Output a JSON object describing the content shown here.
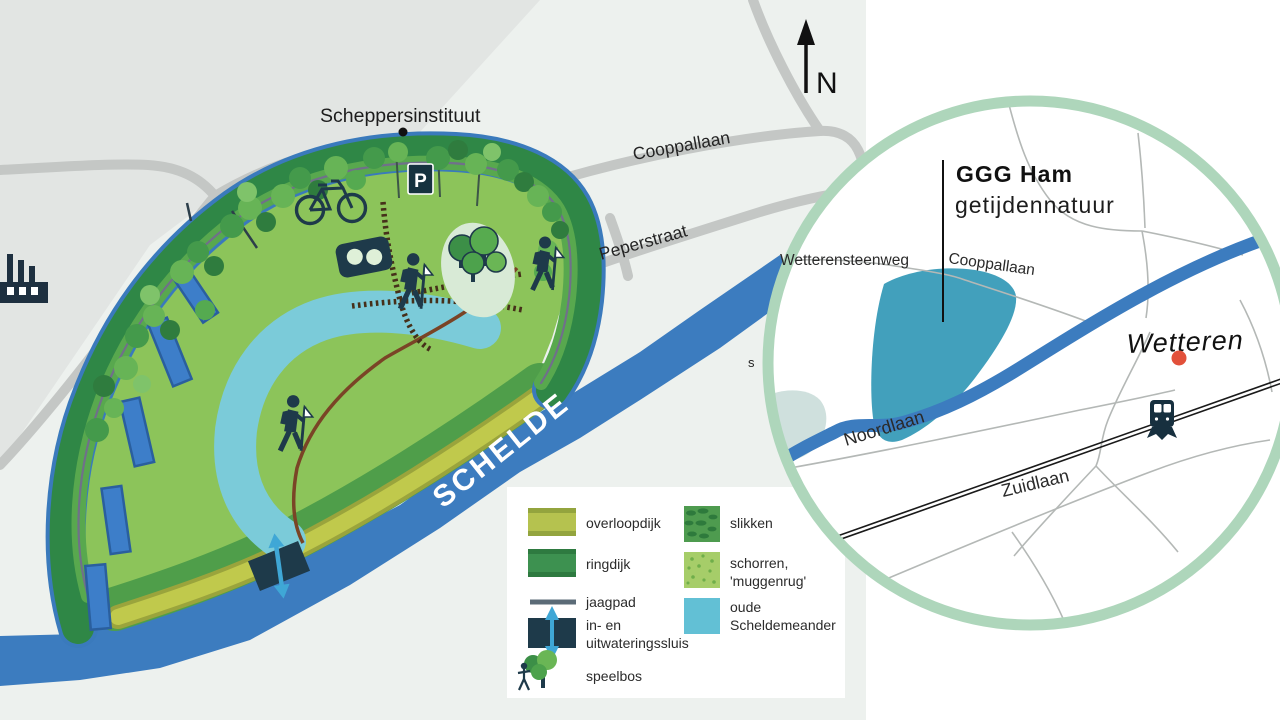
{
  "main_map": {
    "labels": {
      "institute": "Scheppersinstituut",
      "road_cooppallaan": "Cooppallaan",
      "road_peperstraat": "Peperstraat",
      "river": "SCHELDE",
      "north": "N",
      "parking": "P",
      "fragment": "s"
    },
    "icons": [
      "factory-icon",
      "bicycle-icon",
      "parking-icon",
      "binoculars-icon",
      "hiker-icon",
      "sluice-icon",
      "speelbos-trees-icon",
      "north-arrow-icon"
    ]
  },
  "legend": {
    "items": [
      {
        "key": "overloopdijk",
        "label": "overloopdijk"
      },
      {
        "key": "ringdijk",
        "label": "ringdijk"
      },
      {
        "key": "jaagpad",
        "label": "jaagpad"
      },
      {
        "key": "sluis",
        "lines": [
          "in- en",
          "uitwateringssluis"
        ]
      },
      {
        "key": "speelbos",
        "label": "speelbos"
      },
      {
        "key": "slikken",
        "label": "slikken"
      },
      {
        "key": "schorren",
        "lines": [
          "schorren,",
          "'muggenrug'"
        ]
      },
      {
        "key": "meander",
        "lines": [
          "oude",
          "Scheldemeander"
        ]
      }
    ]
  },
  "inset": {
    "title": "GGG Ham",
    "subtitle": "getijdennatuur",
    "city": "Wetteren",
    "roads": {
      "wetterensteenweg": "Wetterensteenweg",
      "cooppallaan": "Cooppallaan",
      "noordlaan": "Noordlaan",
      "zuidlaan": "Zuidlaan"
    },
    "icons": [
      "train-icon",
      "city-dot"
    ]
  },
  "colors": {
    "background": "#edf1ee",
    "built_area": "#e2e5e3",
    "road": "#c4c7c5",
    "river": "#3c7cbf",
    "meander": "#7bcbd9",
    "field": "#8cc45a",
    "ringdijk": "#2f8746",
    "overloopdijk": "#c0c94c",
    "navy_icon": "#1e3a4a",
    "inset_ring": "#aed6bb",
    "ham_area": "#42a0bc",
    "city_dot": "#e2503a"
  }
}
